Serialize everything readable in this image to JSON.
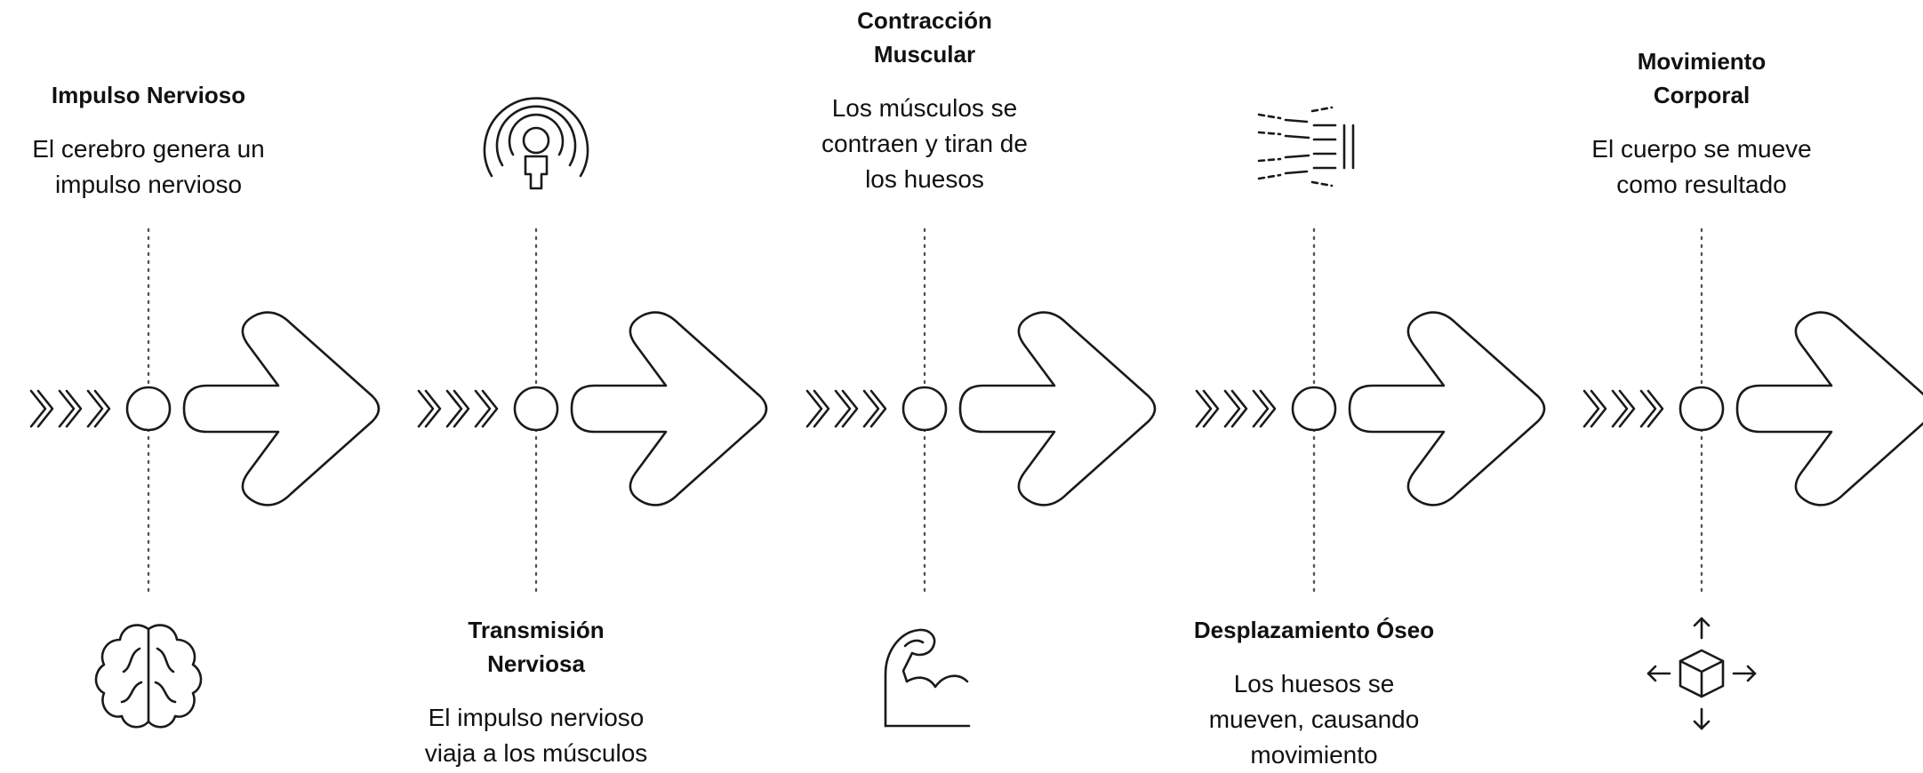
{
  "stages": [
    {
      "title_lines": [
        "Impulso Nervioso"
      ],
      "description_lines": [
        "El cerebro genera un",
        "impulso nervioso"
      ],
      "label_position": "top",
      "icon": "brain-icon"
    },
    {
      "title_lines": [
        "Transmisión",
        "Nerviosa"
      ],
      "description_lines": [
        "El impulso nervioso",
        "viaja a los músculos"
      ],
      "label_position": "bottom",
      "icon": "signal-broadcast-icon"
    },
    {
      "title_lines": [
        "Contracción",
        "Muscular"
      ],
      "description_lines": [
        "Los músculos se",
        "contraen y tiran de",
        "los huesos"
      ],
      "label_position": "top",
      "icon": "flexed-arm-icon"
    },
    {
      "title_lines": [
        "Desplazamiento Óseo"
      ],
      "description_lines": [
        "Los huesos se",
        "mueven, causando",
        "movimiento"
      ],
      "label_position": "bottom",
      "icon": "motion-lines-icon"
    },
    {
      "title_lines": [
        "Movimiento",
        "Corporal"
      ],
      "description_lines": [
        "El cuerpo se mueve",
        "como resultado"
      ],
      "label_position": "top",
      "icon": "move-cube-icon"
    }
  ],
  "colors": {
    "stroke": "#1a1a1a",
    "dots": "#555555",
    "text": "#111111"
  }
}
